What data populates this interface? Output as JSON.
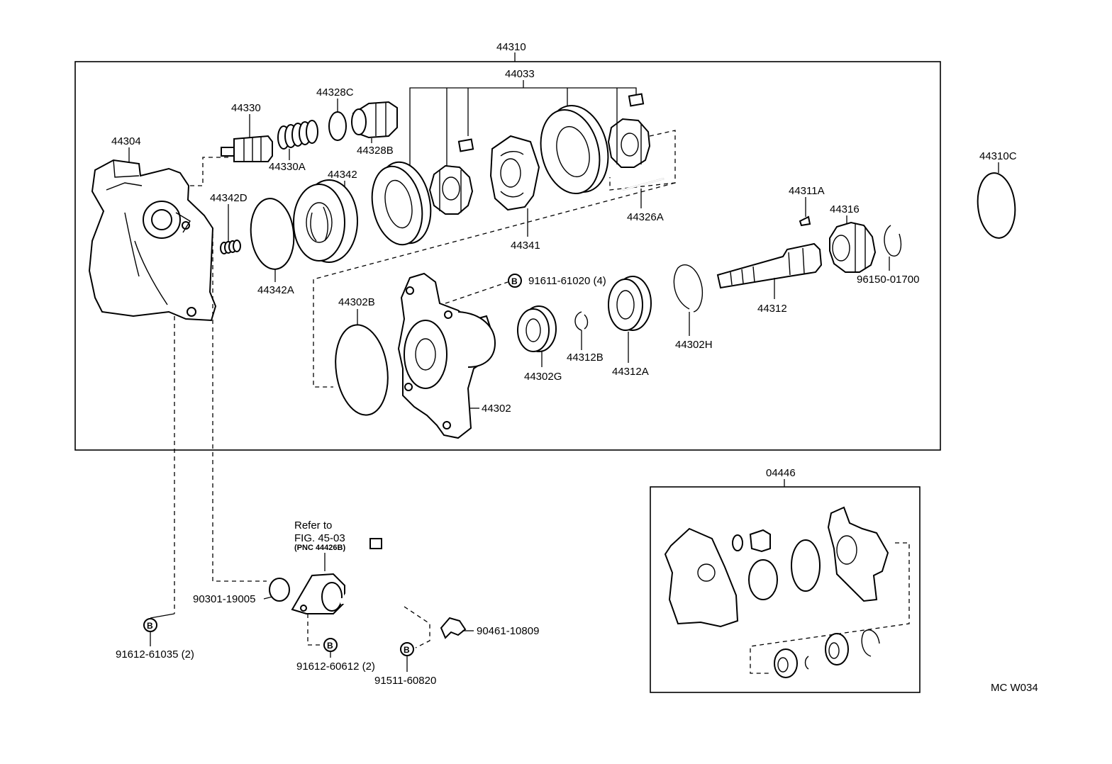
{
  "labels": {
    "assembly": "44310",
    "kit": "44033",
    "seal_kit": "04446",
    "p44304": "44304",
    "p44330": "44330",
    "p44330A": "44330A",
    "p44328C": "44328C",
    "p44328B": "44328B",
    "p44342D": "44342D",
    "p44342": "44342",
    "p44342A": "44342A",
    "p44341": "44341",
    "p44326A": "44326A",
    "p44310C": "44310C",
    "p44311A": "44311A",
    "p44316": "44316",
    "p96150": "96150-01700",
    "p44312": "44312",
    "p44302H": "44302H",
    "p44312A": "44312A",
    "p44312B": "44312B",
    "p44302G": "44302G",
    "p44302B": "44302B",
    "p44302": "44302",
    "p91611": "91611-61020 (4)",
    "p90301": "90301-19005",
    "p90461": "90461-10809",
    "p91612_61035": "91612-61035 (2)",
    "p91612_60612": "91612-60612 (2)",
    "p91511": "91511-60820",
    "refer_line1": "Refer to",
    "refer_line2": "FIG. 45-03",
    "refer_line3": "(PNC 44426B)",
    "bolt_marker": "B",
    "diagram_code": "MC W034"
  }
}
